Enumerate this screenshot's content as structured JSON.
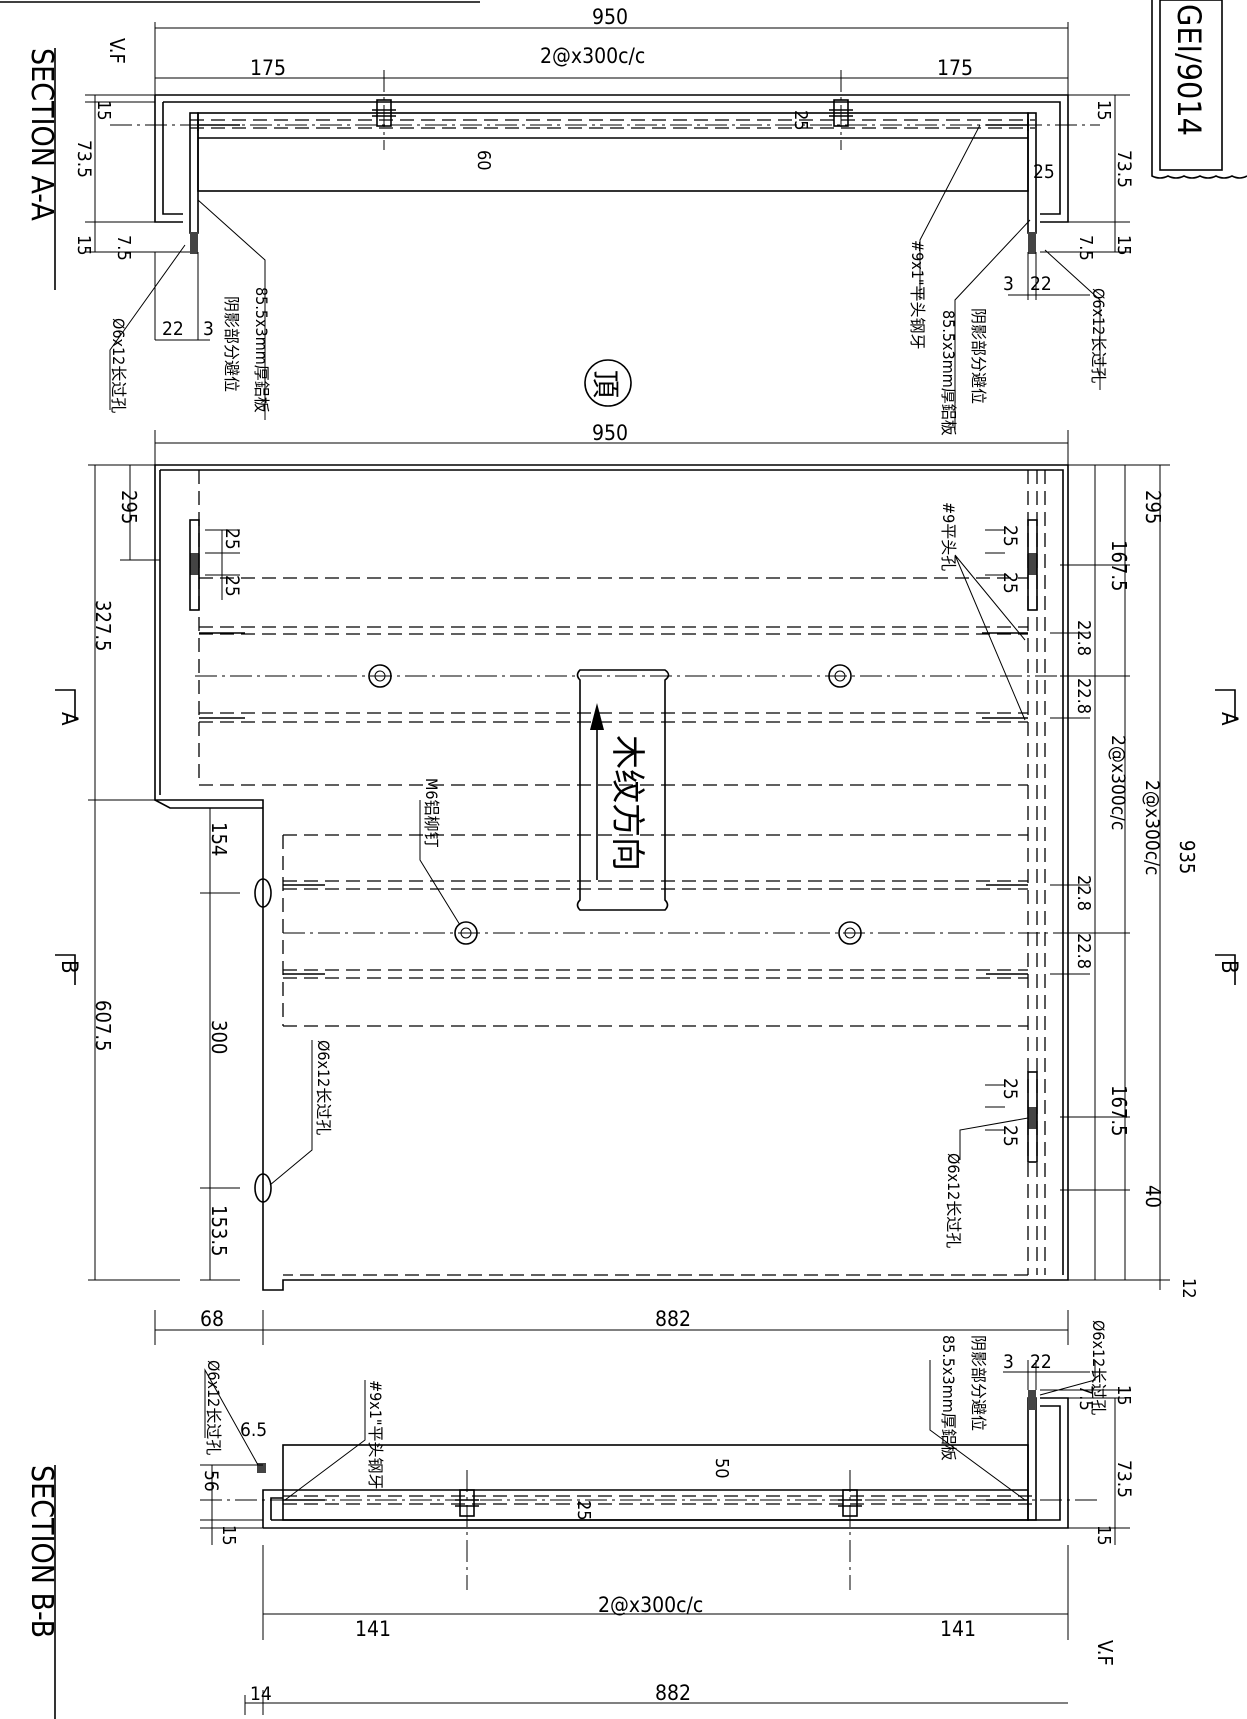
{
  "sheet_code": "GEI/9014",
  "top_mark": "頂",
  "grain_direction": "木纹方向",
  "section_a": {
    "title": "SECTION A-A",
    "vf": "V.F",
    "dims": {
      "overall": "950",
      "pitch": "2@x300c/c",
      "side_left": "175",
      "side_right": "175",
      "flange": "15",
      "depth": "73.5",
      "inner_height": "60",
      "lip": "25",
      "offset_25": "25",
      "lip_7_5": "7.5",
      "lip_15": "15",
      "hole_22": "22",
      "hole_3": "3"
    },
    "notes": {
      "plate": "85.5x3mm厚鋁板",
      "shadow": "阴影部分避位",
      "screw": "#9x1\"平头钢牙",
      "hole": "Ø6x12长过孔"
    }
  },
  "plan": {
    "overall_width": "950",
    "left_dims": [
      "295",
      "327.5",
      "607.5"
    ],
    "right_dims": [
      "295",
      "167.5",
      "2@x300c/c",
      "935",
      "167.5",
      "40",
      "12"
    ],
    "centre_dims": [
      "22.8",
      "22.8",
      "22.8",
      "22.8"
    ],
    "small_25": "25",
    "slot_dims": [
      "154",
      "300",
      "153.5"
    ],
    "bottom_dims": [
      "68",
      "882"
    ],
    "section_mark_a": "A",
    "section_mark_b": "B",
    "notes": {
      "countersink": "#9平头孔",
      "rivet": "M6铝柳钉",
      "slot_left": "Ø6x12长过孔",
      "slot_right": "Ø6x12长过孔"
    }
  },
  "section_b": {
    "title": "SECTION B-B",
    "vf": "V.F",
    "dims": {
      "overall": "882",
      "pitch": "2@x300c/c",
      "side_left": "141",
      "side_right": "141",
      "offset": "14",
      "flange_6_5": "6.5",
      "depth_56": "56",
      "flange": "15",
      "inner_height": "50",
      "lip": "25",
      "depth": "73.5",
      "lip_7_5": "7.5",
      "hole_22": "22",
      "hole_3": "3"
    },
    "notes": {
      "plate": "85.5x3mm厚鋁板",
      "shadow": "阴影部分避位",
      "screw": "#9x1\"平头钢牙",
      "hole_left": "Ø6x12长过孔",
      "hole_right": "Ø6x12长过孔"
    }
  }
}
